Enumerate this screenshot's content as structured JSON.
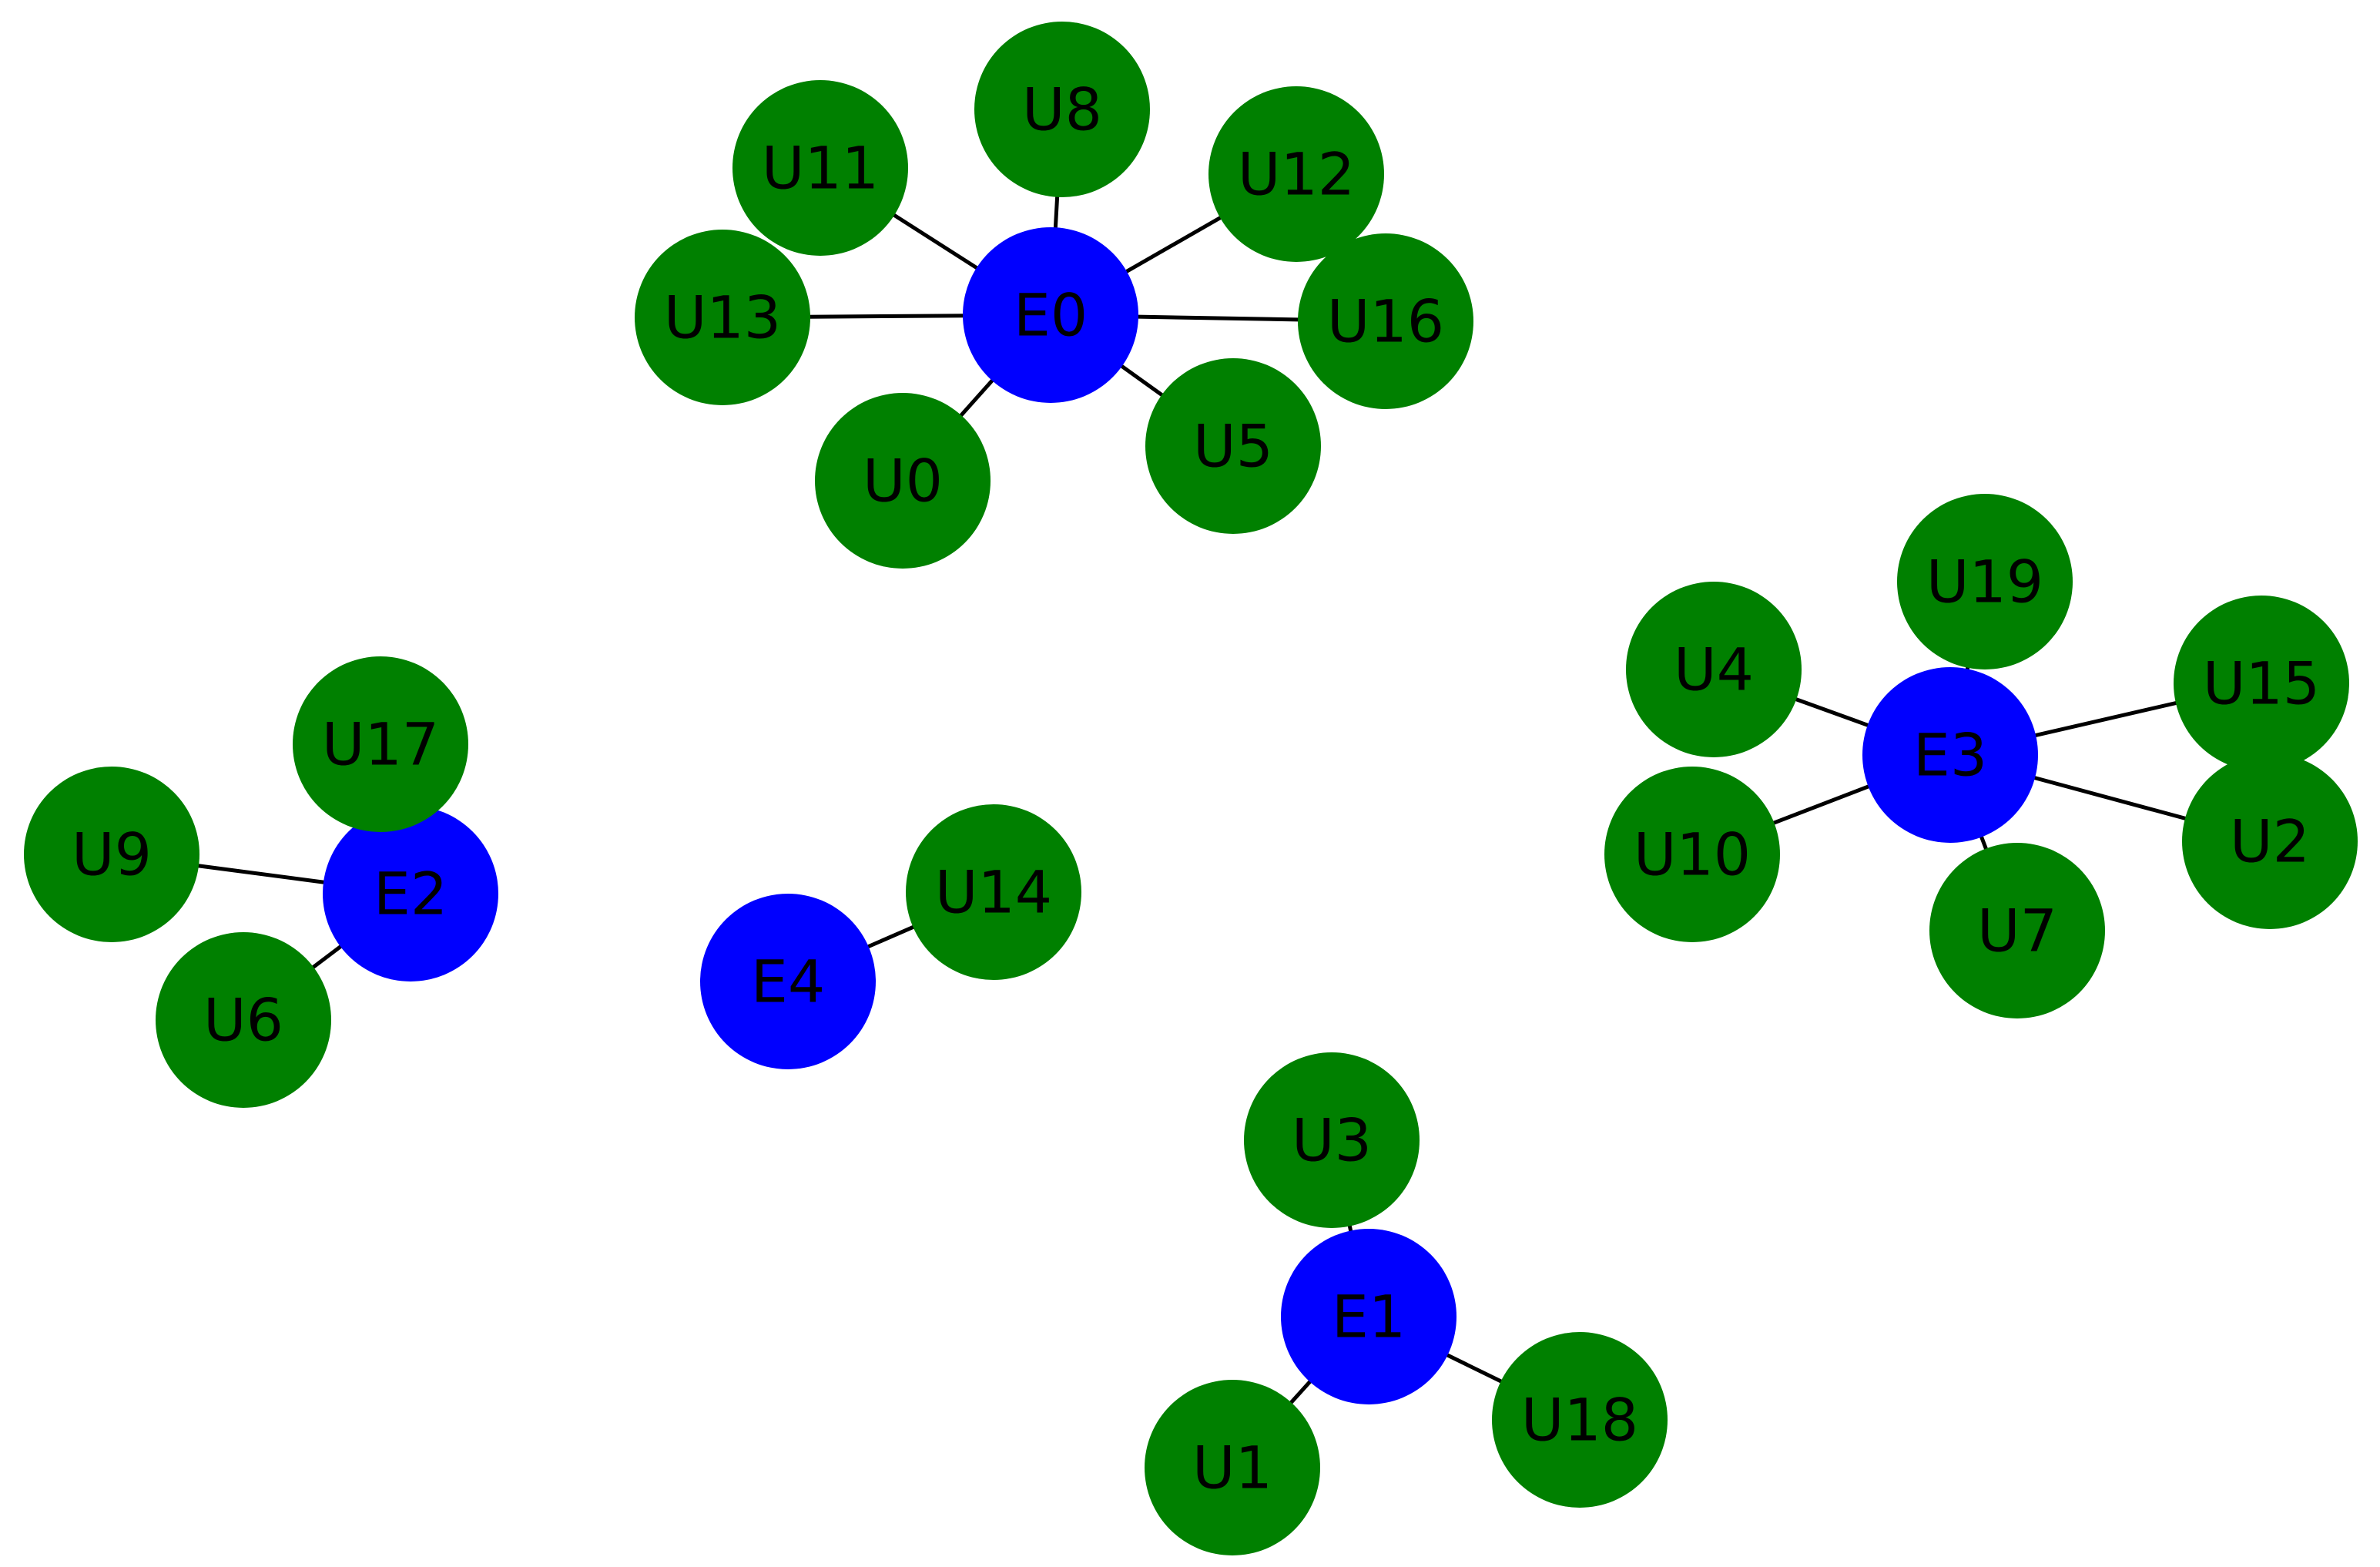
{
  "colors": {
    "edge_server": "#0000ff",
    "user": "#008000",
    "edge": "#000000",
    "label": "#000000",
    "background": "#ffffff"
  },
  "graph": {
    "nodes": [
      {
        "id": "E0",
        "label": "E0",
        "kind": "edge_server"
      },
      {
        "id": "E1",
        "label": "E1",
        "kind": "edge_server"
      },
      {
        "id": "E2",
        "label": "E2",
        "kind": "edge_server"
      },
      {
        "id": "E3",
        "label": "E3",
        "kind": "edge_server"
      },
      {
        "id": "E4",
        "label": "E4",
        "kind": "edge_server"
      },
      {
        "id": "U0",
        "label": "U0",
        "kind": "user"
      },
      {
        "id": "U1",
        "label": "U1",
        "kind": "user"
      },
      {
        "id": "U2",
        "label": "U2",
        "kind": "user"
      },
      {
        "id": "U3",
        "label": "U3",
        "kind": "user"
      },
      {
        "id": "U4",
        "label": "U4",
        "kind": "user"
      },
      {
        "id": "U5",
        "label": "U5",
        "kind": "user"
      },
      {
        "id": "U6",
        "label": "U6",
        "kind": "user"
      },
      {
        "id": "U7",
        "label": "U7",
        "kind": "user"
      },
      {
        "id": "U8",
        "label": "U8",
        "kind": "user"
      },
      {
        "id": "U9",
        "label": "U9",
        "kind": "user"
      },
      {
        "id": "U10",
        "label": "U10",
        "kind": "user"
      },
      {
        "id": "U11",
        "label": "U11",
        "kind": "user"
      },
      {
        "id": "U12",
        "label": "U12",
        "kind": "user"
      },
      {
        "id": "U13",
        "label": "U13",
        "kind": "user"
      },
      {
        "id": "U14",
        "label": "U14",
        "kind": "user"
      },
      {
        "id": "U15",
        "label": "U15",
        "kind": "user"
      },
      {
        "id": "U16",
        "label": "U16",
        "kind": "user"
      },
      {
        "id": "U17",
        "label": "U17",
        "kind": "user"
      },
      {
        "id": "U18",
        "label": "U18",
        "kind": "user"
      },
      {
        "id": "U19",
        "label": "U19",
        "kind": "user"
      }
    ],
    "edges": [
      {
        "source": "E0",
        "target": "U8"
      },
      {
        "source": "E0",
        "target": "U11"
      },
      {
        "source": "E0",
        "target": "U12"
      },
      {
        "source": "E0",
        "target": "U13"
      },
      {
        "source": "E0",
        "target": "U16"
      },
      {
        "source": "E0",
        "target": "U0"
      },
      {
        "source": "E0",
        "target": "U5"
      },
      {
        "source": "E2",
        "target": "U17"
      },
      {
        "source": "E2",
        "target": "U9"
      },
      {
        "source": "E2",
        "target": "U6"
      },
      {
        "source": "E4",
        "target": "U14"
      },
      {
        "source": "E3",
        "target": "U4"
      },
      {
        "source": "E3",
        "target": "U19"
      },
      {
        "source": "E3",
        "target": "U15"
      },
      {
        "source": "E3",
        "target": "U10"
      },
      {
        "source": "E3",
        "target": "U2"
      },
      {
        "source": "E3",
        "target": "U7"
      },
      {
        "source": "E1",
        "target": "U3"
      },
      {
        "source": "E1",
        "target": "U1"
      },
      {
        "source": "E1",
        "target": "U18"
      }
    ]
  }
}
